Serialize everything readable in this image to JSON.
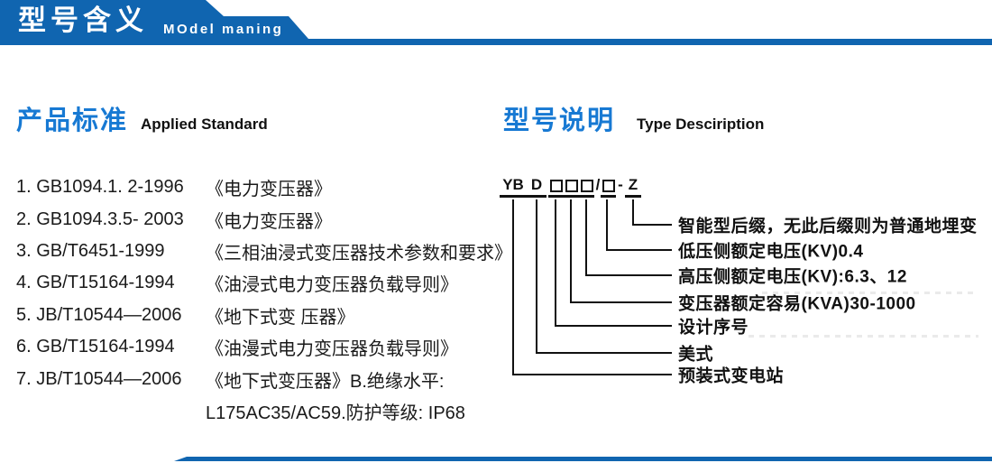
{
  "header": {
    "title_cn": "型号含义",
    "title_en": "MOdel maning"
  },
  "sections": {
    "standards": {
      "heading_cn": "产品标准",
      "heading_en": "Applied Standard",
      "items": [
        {
          "code": "1. GB1094.1. 2-1996",
          "title": "《电力变压器》"
        },
        {
          "code": "2. GB1094.3.5- 2003",
          "title": "《电力变压器》"
        },
        {
          "code": "3. GB/T6451-1999",
          "title": "《三相油浸式变压器技术参数和要求》"
        },
        {
          "code": "4. GB/T15164-1994",
          "title": "《油浸式电力变压器负载导则》"
        },
        {
          "code": "5. JB/T10544—2006",
          "title": "《地下式变 压器》"
        },
        {
          "code": "6. GB/T15164-1994",
          "title": "《油漫式电力变压器负载导则》"
        },
        {
          "code": "7. JB/T10544—2006",
          "title": "《地下式变压器》B.绝缘水平:"
        },
        {
          "code": "",
          "title": "L175AC35/AC59.防护等级: IP68"
        }
      ]
    },
    "type_description": {
      "heading_cn": "型号说明",
      "heading_en": "Type Desciription",
      "code_parts": {
        "p1": "YB",
        "p2": "D",
        "slash": "/",
        "dash": "-",
        "suffix": "Z"
      },
      "labels": [
        "智能型后缀，无此后缀则为普通地埋变",
        "低压侧额定电压(KV)0.4",
        "高压侧额定电压(KV):6.3、12",
        "变压器额定容易(KVA)30-1000",
        "设计序号",
        "美式",
        "预装式变电站"
      ]
    }
  },
  "colors": {
    "header_blue": "#1065b0",
    "accent_blue": "#1779d3",
    "text_dark": "#1a1a1a",
    "line_black": "#111111"
  }
}
